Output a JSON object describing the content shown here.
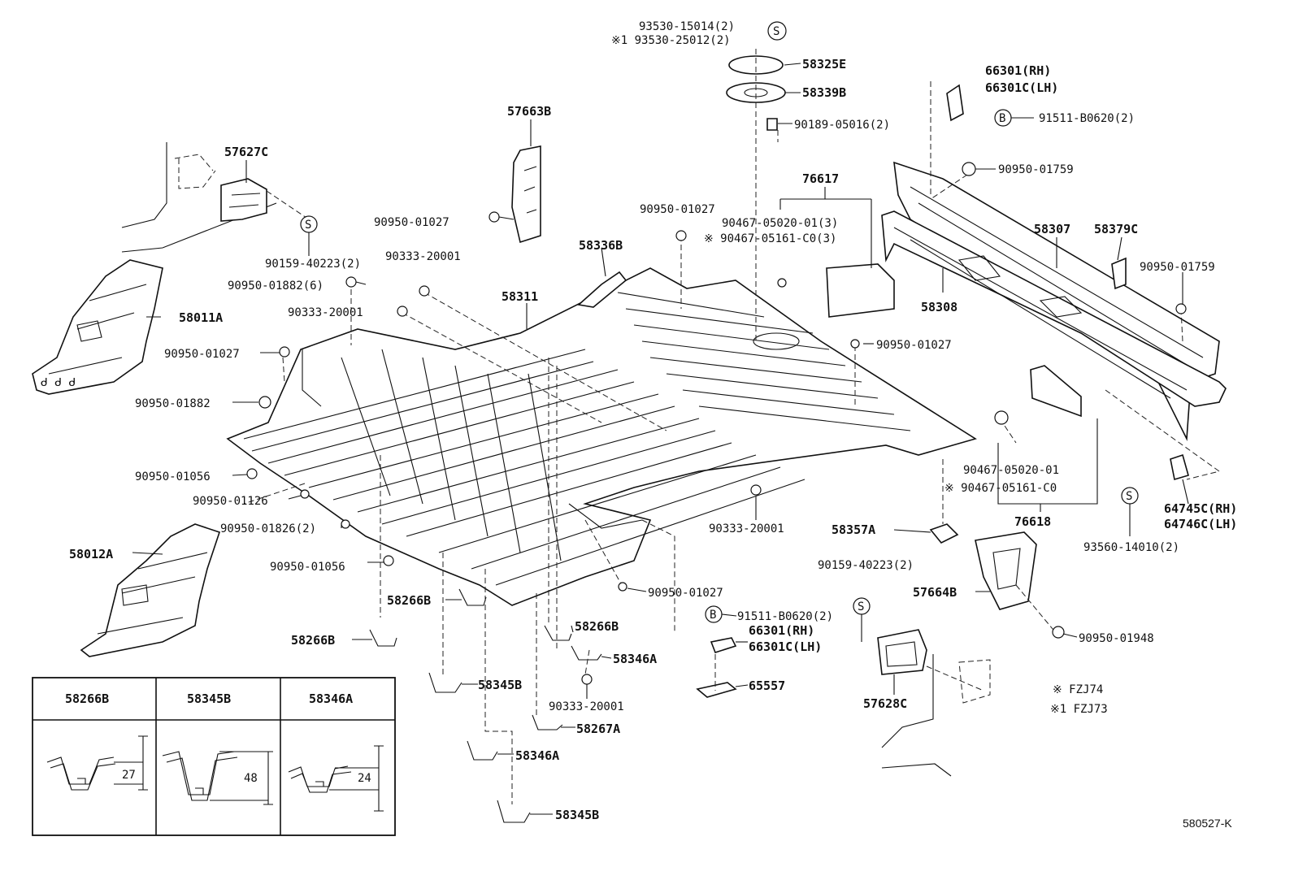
{
  "labels": {
    "p93530_15014": "93530-15014(2)",
    "p93530_25012": "※1 93530-25012(2)",
    "p58325E": "58325E",
    "p58339B": "58339B",
    "p90189_05016": "90189-05016(2)",
    "p66301_rh_top": "66301(RH)",
    "p66301c_lh_top": "66301C(LH)",
    "p91511_b0620_top": "91511-B0620(2)",
    "p57663B": "57663B",
    "p57627C": "57627C",
    "p90950_01759_a": "90950-01759",
    "p76617": "76617",
    "p90950_01027_a": "90950-01027",
    "p90467_05020_01_3": "90467-05020-01(3)",
    "p90467_05161_c0_3": "※ 90467-05161-C0(3)",
    "p58307": "58307",
    "p58379C": "58379C",
    "p90950_01027_b": "90950-01027",
    "p58336B": "58336B",
    "p90950_01759_b": "90950-01759",
    "p90159_40223_a": "90159-40223(2)",
    "p90333_20001_a": "90333-20001",
    "p90950_01882_6": "90950-01882(6)",
    "p58011A": "58011A",
    "p90333_20001_b": "90333-20001",
    "p58311": "58311",
    "p58308": "58308",
    "p90950_01027_c": "90950-01027",
    "p90950_01027_d": "90950-01027",
    "p90950_01882": "90950-01882",
    "p90950_01056_a": "90950-01056",
    "p90950_01126": "90950-01126",
    "p90950_01826_2": "90950-01826(2)",
    "p90467_05020_01": "90467-05020-01",
    "p90467_05161_c0": "※ 90467-05161-C0",
    "p76618": "76618",
    "p64745C": "64745C(RH)",
    "p64746C": "64746C(LH)",
    "p90333_20001_c": "90333-20001",
    "p58357A": "58357A",
    "p93560_14010": "93560-14010(2)",
    "p58012A": "58012A",
    "p90950_01056_b": "90950-01056",
    "p90159_40223_b": "90159-40223(2)",
    "p57664B": "57664B",
    "p90950_01027_e": "90950-01027",
    "p58266B_a": "58266B",
    "p91511_b0620_b": "91511-B0620(2)",
    "p66301_rh_b": "66301(RH)",
    "p66301c_lh_b": "66301C(LH)",
    "p58266B_b": "58266B",
    "p58266B_c": "58266B",
    "p90950_01948": "90950-01948",
    "p58346A_a": "58346A",
    "p58345B_a": "58345B",
    "p65557": "65557",
    "p90333_20001_d": "90333-20001",
    "p57628C": "57628C",
    "p58267A": "58267A",
    "p58346A_b": "58346A",
    "p58345B_b": "58345B",
    "note_fzj74": "※ FZJ74",
    "note_fzj73": "※1 FZJ73",
    "diagram_code": "580527-K"
  },
  "symbols": {
    "s_mark": "S",
    "b_mark": "B"
  },
  "inset": {
    "headers": [
      "58266B",
      "58345B",
      "58346A"
    ],
    "dimensions": [
      "27",
      "48",
      "24"
    ]
  }
}
